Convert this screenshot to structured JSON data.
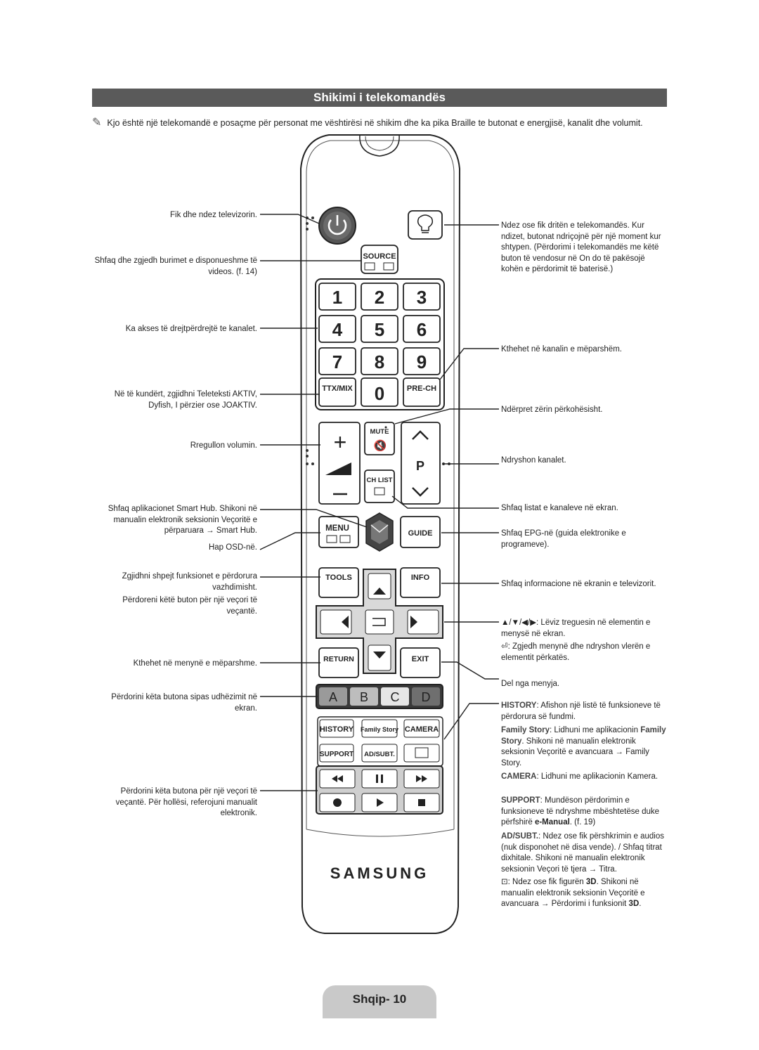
{
  "title": "Shikimi i telekomandës",
  "intro": "Kjo është një telekomandë e posaçme për personat me vështirësi në shikim dhe ka pika Braille te butonat e energjisë, kanalit dhe volumit.",
  "left_labels": {
    "power": "Fik dhe ndez televizorin.",
    "source": "Shfaq dhe zgjedh burimet e disponueshme të videos. (f. 14)",
    "numbers": "Ka akses të drejtpërdrejtë te kanalet.",
    "ttx": "Në të kundërt, zgjidhni Teleteksti AKTIV, Dyfish, I përzier ose JOAKTIV.",
    "volume": "Rregullon volumin.",
    "smarthub": "Shfaq aplikacionet Smart Hub. Shikoni në manualin elektronik seksionin Veçoritë e përparuara → Smart Hub.",
    "menu": "Hap OSD-në.",
    "tools": "Zgjidhni shpejt funksionet e përdorura vazhdimisht.",
    "special": "Përdoreni këtë buton për një veçori të veçantë.",
    "return": "Kthehet në menynë e mëparshme.",
    "abcd": "Përdorini këta butona sipas udhëzimit në ekran.",
    "media": "Përdorini këta butona për një veçori të veçantë. Për hollësi, referojuni manualit elektronik."
  },
  "right_labels": {
    "light": "Ndez ose fik dritën e telekomandës. Kur ndizet, butonat ndriçojnë për një moment kur shtypen. (Përdorimi i telekomandës me këtë buton të vendosur në On do të pakësojë kohën e përdorimit të baterisë.)",
    "prech": "Kthehet në kanalin e mëparshëm.",
    "mute": "Ndërpret zërin përkohësisht.",
    "channel": "Ndryshon kanalet.",
    "chlist": "Shfaq listat e kanaleve në ekran.",
    "guide": "Shfaq EPG-në (guida elektronike e programeve).",
    "info": "Shfaq informacione në ekranin e televizorit.",
    "arrows": "▲/▼/◀/▶: Lëviz treguesin në elementin e menysë në ekran.",
    "enter": ": Zgjedh menynë dhe ndryshon vlerën e elementit përkatës.",
    "exit": "Del nga menyja.",
    "history_kw": "HISTORY",
    "history": ": Afishon një listë të funksioneve të përdorura së fundmi.",
    "family_kw": "Family Story",
    "family": ": Lidhuni me aplikacionin",
    "family2_kw": "Family Story",
    "family2": ". Shikoni në manualin elektronik seksionin Veçoritë e avancuara → Family Story.",
    "camera_kw": "CAMERA",
    "camera": ": Lidhuni me aplikacionin Kamera.",
    "support_kw": "SUPPORT",
    "support": ": Mundëson përdorimin e funksioneve të ndryshme mbështetëse duke përfshirë",
    "support_em": "e-Manual",
    "support_end": ". (f. 19)",
    "adsubt_kw": "AD/SUBT.",
    "adsubt": ": Ndez ose fik përshkrimin e audios (nuk disponohet në disa vende). / Shfaq titrat dixhitale. Shikoni në manualin elektronik seksionin Veçori të tjera → Titra.",
    "threed": ": Ndez ose fik figurën",
    "threed_kw": "3D",
    "threed2": ". Shikoni në manualin elektronik seksionin Veçoritë e avancuara → Përdorimi i funksionit",
    "threed2_kw": "3D",
    "threed_end": "."
  },
  "buttons": {
    "source": "SOURCE",
    "digits": [
      "1",
      "2",
      "3",
      "4",
      "5",
      "6",
      "7",
      "8",
      "9"
    ],
    "zero": "0",
    "ttx": "TTX/MIX",
    "prech": "PRE-CH",
    "mute": "MUTE",
    "chlist": "CH LIST",
    "p": "P",
    "menu": "MENU",
    "guide": "GUIDE",
    "tools": "TOOLS",
    "info": "INFO",
    "return": "RETURN",
    "exit": "EXIT",
    "a": "A",
    "b": "B",
    "c": "C",
    "d": "D",
    "history": "HISTORY",
    "family": "Family Story",
    "camera": "CAMERA",
    "support": "SUPPORT",
    "adsubt": "AD/SUBT.",
    "brand": "SAMSUNG"
  },
  "footer": "Shqip- 10"
}
